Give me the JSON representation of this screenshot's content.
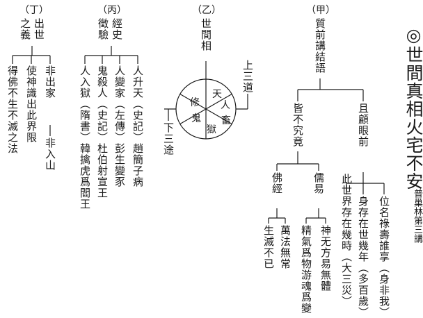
{
  "main_title": "◎世間真相火宅不安",
  "subtitle": "普巢林第三講",
  "jia": {
    "header": "（甲）",
    "title": "質前講結語",
    "branch_now": "且顧眼前",
    "now_items": [
      "位名祿壽誰享（身非我）",
      "身存在世幾年（多百歲）",
      "此世界存在幾時（大三災）"
    ],
    "branch_deep": "皆不究竟",
    "ru": {
      "label": "儒易",
      "items": [
        "神无方易無體",
        "精氣爲物游魂爲變"
      ]
    },
    "fo": {
      "label": "佛經",
      "items": [
        "萬法無常",
        "生滅不已"
      ]
    }
  },
  "yi": {
    "header": "（乙）",
    "title": "世間相",
    "up_label": "上三道",
    "down_label": "下三途",
    "wheel": [
      "天",
      "人",
      "畜",
      "獄",
      "鬼",
      "修"
    ]
  },
  "bing": {
    "header": "（丙）",
    "title_a": "經史",
    "title_b": "徵驗",
    "items": [
      "人升天（史記）趙簡子病",
      "人變家（左傳）彭生變豕",
      "鬼殺人（史記）杜伯射宣王",
      "人入獄（隋書）韓擒虎爲閻王"
    ]
  },
  "ding": {
    "header": "（丁）",
    "title_a": "出世",
    "title_b": "之義",
    "items": [
      "非出家",
      "使神識出此界限",
      "得佛不生不滅之法"
    ],
    "non_mountain": "非入山"
  }
}
